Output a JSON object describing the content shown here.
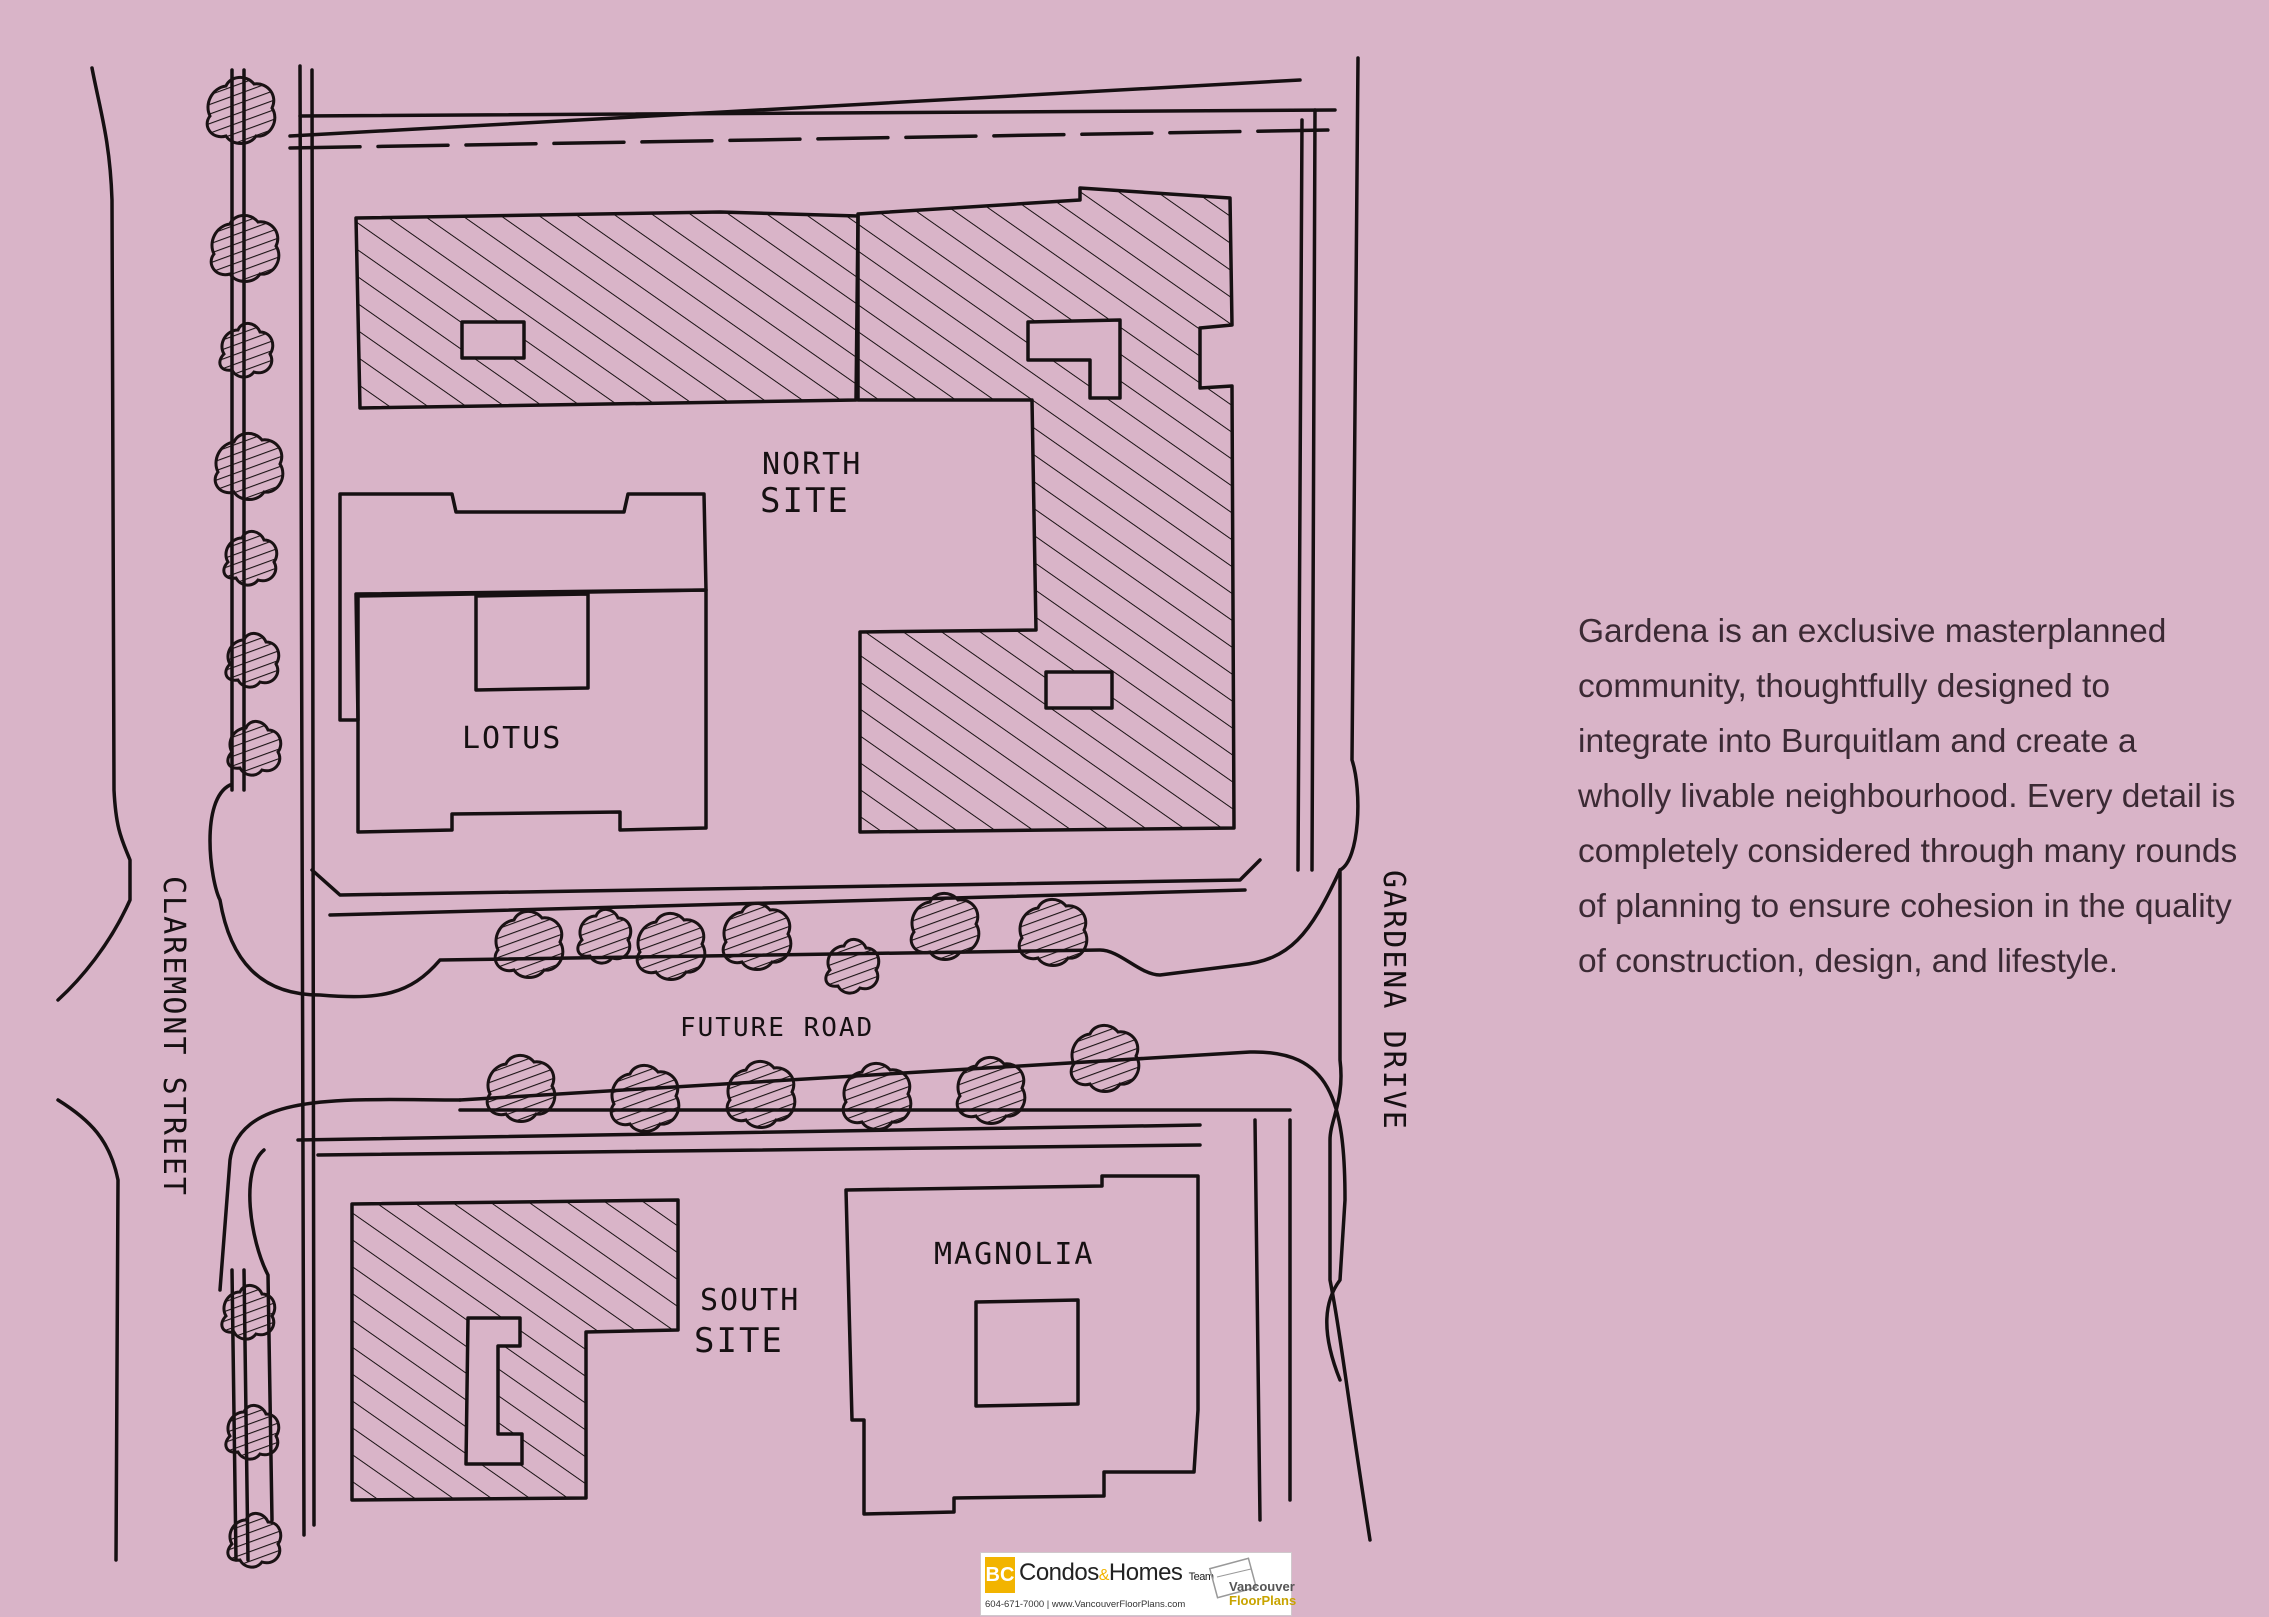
{
  "labels": {
    "north_site_line1": "NORTH",
    "north_site_line2": "SITE",
    "lotus": "LOTUS",
    "future_road": "FUTURE ROAD",
    "south_site_line1": "SOUTH",
    "south_site_line2": "SITE",
    "magnolia": "MAGNOLIA",
    "claremont_street": "CLAREMONT STREET",
    "gardena_drive": "GARDENA DRIVE"
  },
  "description": "Gardena is an exclusive masterplanned community, thoughtfully designed to integrate into Burquitlam and create a wholly livable neighbourhood. Every detail is completely considered through many rounds of planning to ensure cohesion in the quality of construction, design, and lifestyle.",
  "logo": {
    "bc": "BC",
    "brand": "Condos",
    "brand_amp": "&",
    "brand2": "Homes",
    "team": "Team",
    "contact": "604-671-7000  |  www.VancouverFloorPlans.com",
    "vfp_line1": "Vancouver",
    "vfp_line2": "FloorPlans"
  },
  "colors": {
    "background": "#d9b4c8",
    "ink": "#161012",
    "text": "#3b2a34"
  },
  "icons": [
    "tree-icon"
  ]
}
